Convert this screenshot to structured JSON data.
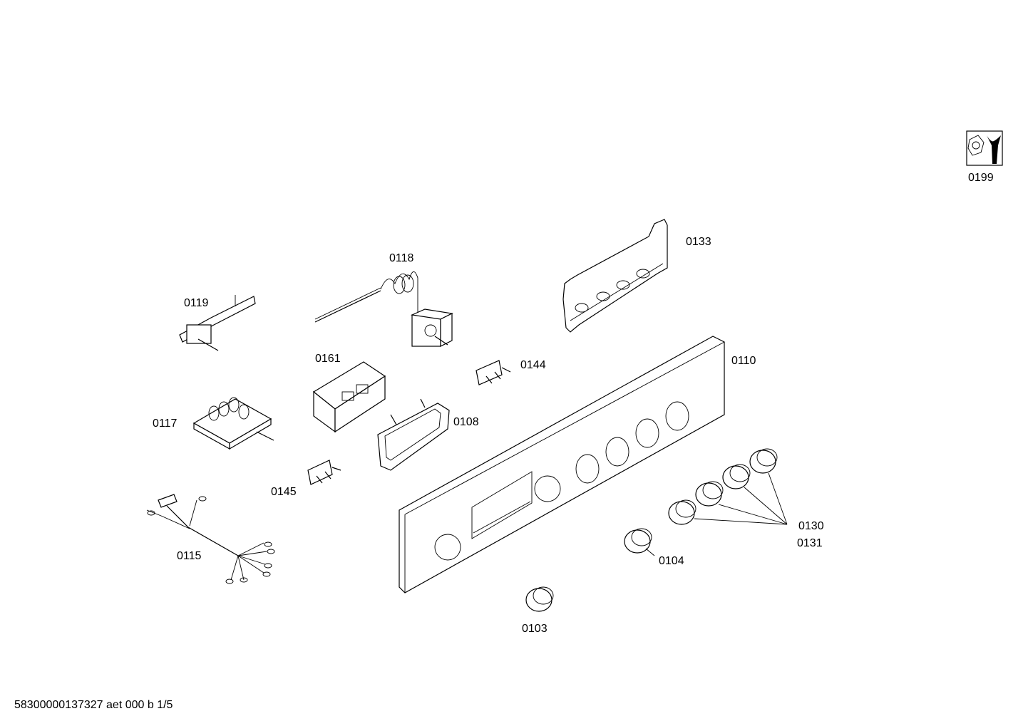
{
  "labels": {
    "p0199": "0199",
    "p0133": "0133",
    "p0118": "0118",
    "p0119": "0119",
    "p0161": "0161",
    "p0144": "0144",
    "p0110": "0110",
    "p0117": "0117",
    "p0108": "0108",
    "p0145": "0145",
    "p0130": "0130",
    "p0131": "0131",
    "p0115": "0115",
    "p0104": "0104",
    "p0103": "0103"
  },
  "footer": "58300000137327 aet 000 b 1/5",
  "icons": {
    "tool": "wrench-and-nut-icon"
  },
  "colors": {
    "line": "#000000",
    "background": "#ffffff"
  }
}
